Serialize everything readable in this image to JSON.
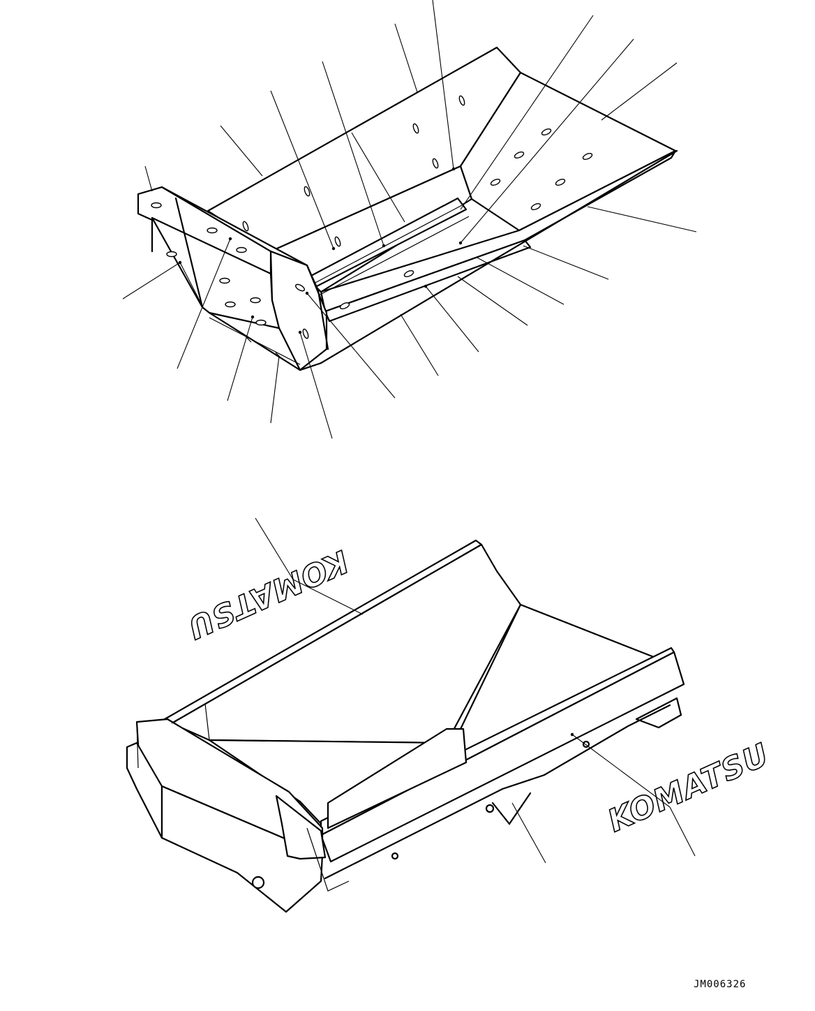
{
  "drawing": {
    "code": "JM006326",
    "decal_left": "KOMATSU",
    "decal_right": "KOMATSU"
  }
}
